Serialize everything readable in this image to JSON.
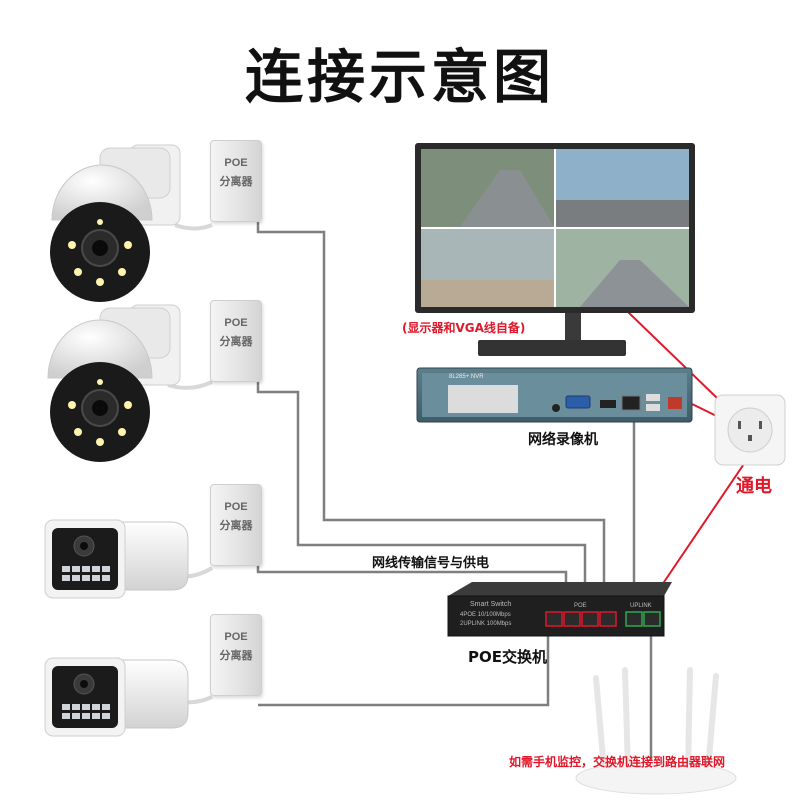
{
  "title": "连接示意图",
  "poe_splitters": [
    {
      "line1": "POE",
      "line2": "分离器"
    },
    {
      "line1": "POE",
      "line2": "分离器"
    },
    {
      "line1": "POE",
      "line2": "分离器"
    },
    {
      "line1": "POE",
      "line2": "分离器"
    }
  ],
  "monitor_note": "(显示器和VGA线自备)",
  "nvr": {
    "label": "网络录像机",
    "badge": "8L265+ NVR"
  },
  "power_label": "通电",
  "cable_label": "网线传输信号与供电",
  "switch": {
    "label": "POE交换机",
    "brand": "Smart Switch",
    "spec1": "4POE 10/100Mbps",
    "spec2": "2UPLINK 100Mbps",
    "poe_port_label": "POE",
    "uplink_port_label": "UPLINK"
  },
  "router_note": "如需手机监控，交换机连接到路由器联网",
  "colors": {
    "red": "#e0182a",
    "cable": "#7f7f7f",
    "uplink_green": "#2fa84f"
  }
}
